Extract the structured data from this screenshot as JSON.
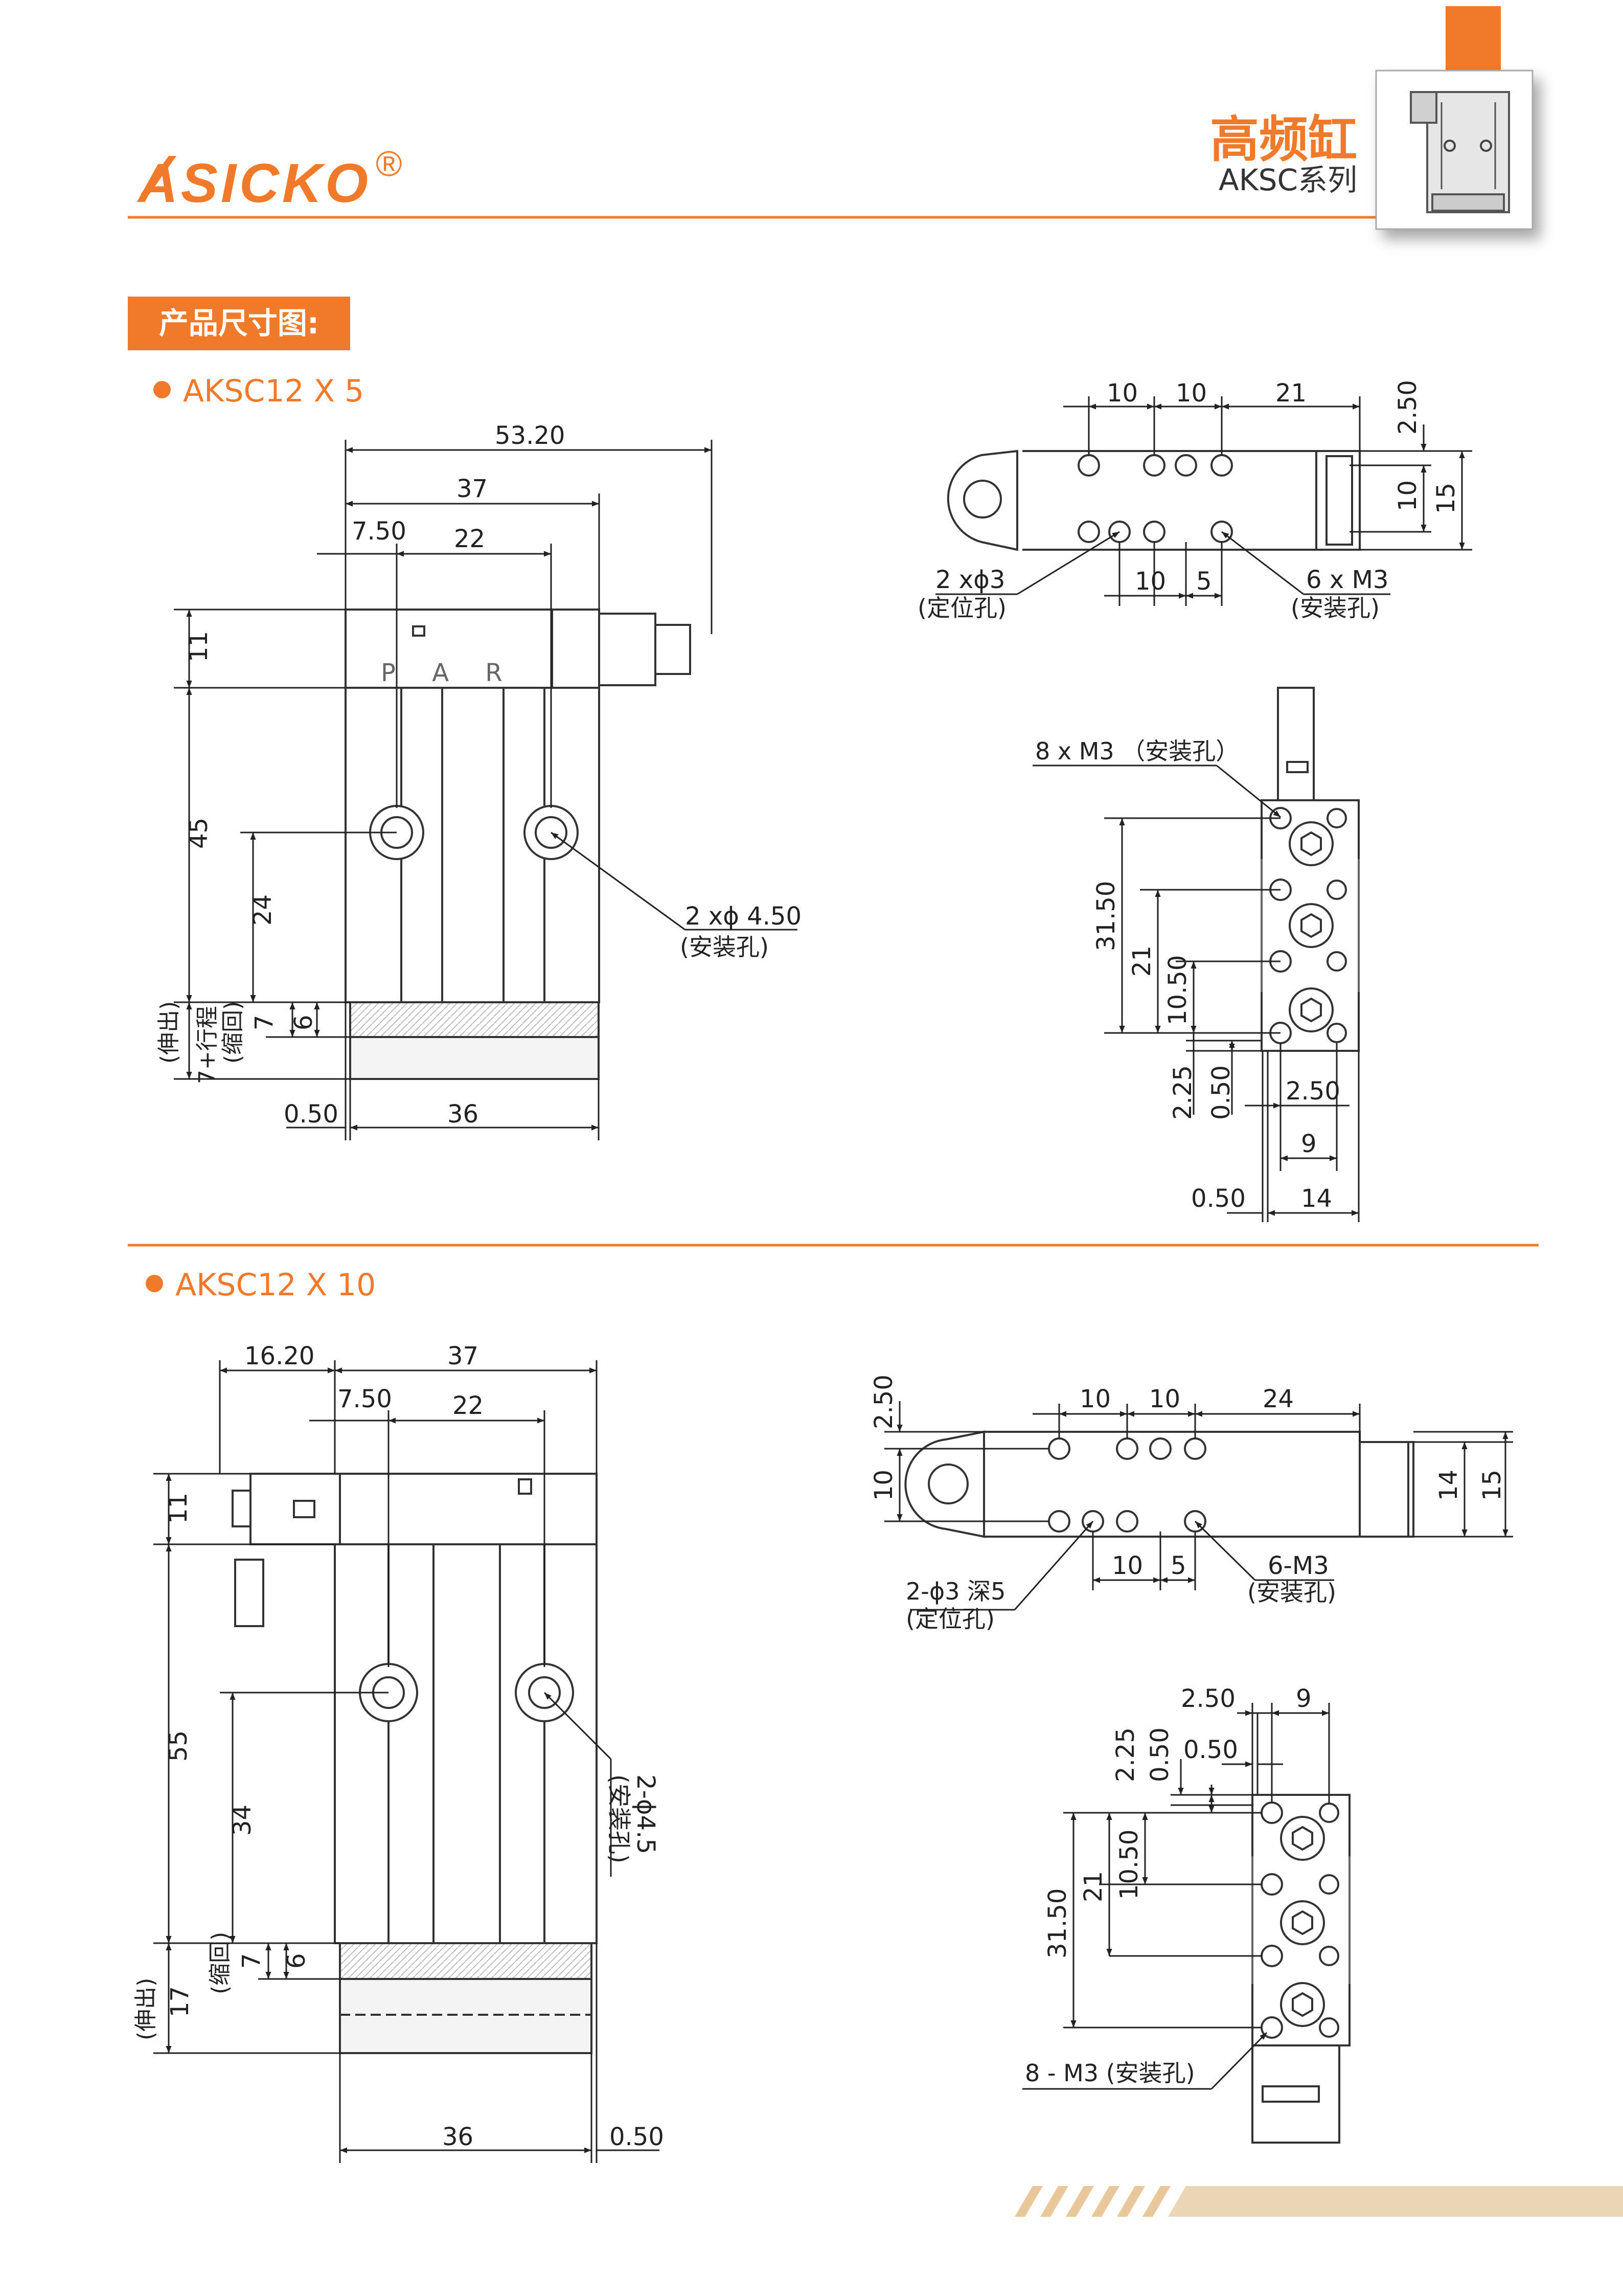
{
  "brand": {
    "logo_text": "ASICKO",
    "registered_mark": "®",
    "accent_color": "#f07a2a"
  },
  "header": {
    "title": "高频缸",
    "subtitle": "AKSC系列"
  },
  "section_tag": "产品尺寸图:",
  "models": [
    {
      "name": "AKSC12 X 5",
      "front": {
        "overall_width": "53.20",
        "body_width": "37",
        "offset": "7.50",
        "hole_pitch": "22",
        "top_height": "11",
        "body_height": "45",
        "hole_height": "24",
        "retract": "7",
        "retract_label": "(缩回)",
        "stroke": "7+行程",
        "extend_label": "(伸出)",
        "plate": "6",
        "gap": "0.50",
        "base_width": "36",
        "hole_callout": "2 xϕ 4.50",
        "hole_callout_note": "(安装孔)",
        "body_marking": "P A R"
      },
      "top": {
        "p1": "10",
        "p2": "10",
        "p3": "21",
        "edge": "2.50",
        "w1": "10",
        "w2": "15",
        "b1": "10",
        "b2": "5",
        "locating": "2 xϕ3",
        "locating_note": "(定位孔)",
        "mount": "6 x  M3",
        "mount_note": "(安装孔)"
      },
      "side": {
        "callout": "8 x  M3 （安装孔）",
        "h1": "31.50",
        "h2": "21",
        "h3": "10.50",
        "v1": "2.25",
        "v2": "0.50",
        "w1": "2.50",
        "w2": "9",
        "gap": "0.50",
        "width": "14"
      }
    },
    {
      "name": "AKSC12 X 10",
      "front": {
        "overall_width": "16.20",
        "body_width": "37",
        "offset": "7.50",
        "hole_pitch": "22",
        "top_height": "11",
        "body_height": "55",
        "hole_height": "34",
        "retract": "7",
        "retract_label": "(缩回)",
        "stroke": "17",
        "extend_label": "(伸出)",
        "plate": "6",
        "gap": "0.50",
        "base_width": "36",
        "hole_callout": "2-ϕ4.5",
        "hole_callout_note": "(安装孔)"
      },
      "top": {
        "p1": "10",
        "p2": "10",
        "p3": "24",
        "edge": "2.50",
        "w1": "10",
        "w2": "14",
        "w3": "15",
        "b1": "10",
        "b2": "5",
        "locating": "2-ϕ3 深5",
        "locating_note": "(定位孔)",
        "mount": "6-M3",
        "mount_note": "(安装孔)"
      },
      "side": {
        "callout": "8 - M3 (安装孔)",
        "h1": "31.50",
        "h2": "21",
        "h3": "10.50",
        "v1": "2.25",
        "v2": "0.50",
        "w1": "2.50",
        "w2": "9",
        "gap": "0.50"
      }
    }
  ]
}
